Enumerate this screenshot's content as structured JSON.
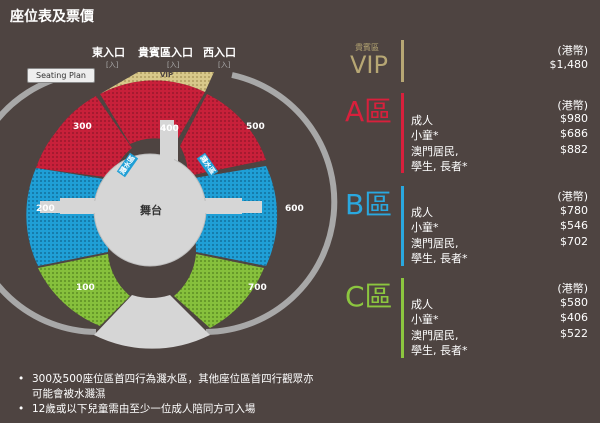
{
  "page": {
    "title": "座位表及票價"
  },
  "seat_map": {
    "entrances": {
      "east": "東入口",
      "vip": "貴賓區入口",
      "west": "西入口",
      "east_tag": "[入]",
      "vip_tag": "[入]",
      "west_tag": "[入]"
    },
    "seating_plan_button": "Seating Plan",
    "stage": "舞台",
    "vip_label": "VIP",
    "splash_label": "濺水區",
    "sections": {
      "s100": "100",
      "s200": "200",
      "s300": "300",
      "s400": "400",
      "s500": "500",
      "s600": "600",
      "s700": "700"
    }
  },
  "pricing": {
    "currency": "(港幣)",
    "vip": {
      "small": "貴賓區",
      "name": "VIP",
      "price": "$1,480",
      "color": "#b7a774"
    },
    "a": {
      "name": "A區",
      "color": "#d8203c",
      "rows": [
        {
          "label": "成人",
          "price": "$980"
        },
        {
          "label": "小童*",
          "price": "$686"
        },
        {
          "label": "澳門居民,",
          "price": "$882"
        },
        {
          "label": "學生, 長者*",
          "price": ""
        }
      ]
    },
    "b": {
      "name": "B區",
      "color": "#2aa8df",
      "rows": [
        {
          "label": "成人",
          "price": "$780"
        },
        {
          "label": "小童*",
          "price": "$546"
        },
        {
          "label": "澳門居民,",
          "price": "$702"
        },
        {
          "label": "學生, 長者*",
          "price": ""
        }
      ]
    },
    "c": {
      "name": "C區",
      "color": "#8cc63f",
      "rows": [
        {
          "label": "成人",
          "price": "$580"
        },
        {
          "label": "小童*",
          "price": "$406"
        },
        {
          "label": "澳門居民,",
          "price": "$522"
        },
        {
          "label": "學生, 長者*",
          "price": ""
        }
      ]
    }
  },
  "notes": [
    "300及500座位區首四行為濺水區，其他座位區首四行觀眾亦可能會被水濺濕",
    "12歲或以下兒童需由至少一位成人陪同方可入場"
  ]
}
